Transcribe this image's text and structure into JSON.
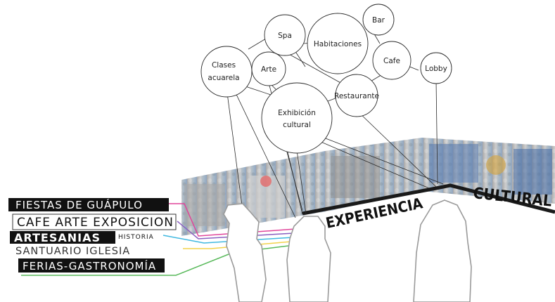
{
  "bubbles": {
    "spa": "Spa",
    "habitaciones": "Habitaciones",
    "bar": "Bar",
    "clases": [
      "Clases",
      "acuarela"
    ],
    "arte": "Arte",
    "cafe": "Cafe",
    "lobby": "Lobby",
    "restaurante": "Restaurante",
    "exhibicion": [
      "Exhibición",
      "cultural"
    ]
  },
  "labels": {
    "fiestas": "FIESTAS DE GUÁPULO",
    "cafe_arte": "CAFE ARTE EXPOSICION",
    "artesanias": "ARTESANIAS",
    "historia": "HISTORIA",
    "santuario": "SANTUARIO IGLESIA",
    "ferias": "FERIAS-GASTRONOMÍA"
  },
  "banner": {
    "experiencia": "EXPERIENCIA",
    "cultural": "CULTURAL"
  },
  "colors": {
    "line_magenta": "#e0449a",
    "line_purple": "#8a5fc0",
    "line_cyan": "#3fb8e0",
    "line_yellow": "#f2d24a",
    "line_green": "#58b95a",
    "ink": "#1a1a1a"
  }
}
